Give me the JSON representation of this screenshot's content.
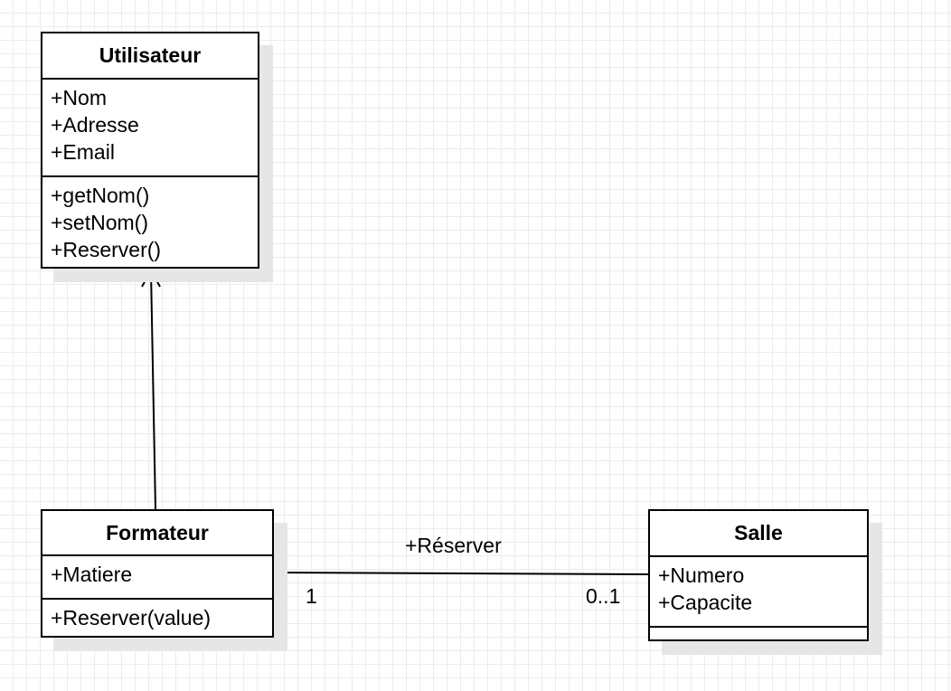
{
  "classes": {
    "utilisateur": {
      "name": "Utilisateur",
      "attributes": [
        "+Nom",
        "+Adresse",
        "+Email"
      ],
      "methods": [
        "+getNom()",
        "+setNom()",
        "+Reserver()"
      ]
    },
    "formateur": {
      "name": "Formateur",
      "attributes": [
        "+Matiere"
      ],
      "methods": [
        "+Reserver(value)"
      ]
    },
    "salle": {
      "name": "Salle",
      "attributes": [
        "+Numero",
        "+Capacite"
      ],
      "methods": []
    }
  },
  "relations": {
    "inheritance": {
      "from": "Formateur",
      "to": "Utilisateur"
    },
    "association": {
      "label": "+Réserver",
      "source_multiplicity": "1",
      "target_multiplicity": "0..1"
    }
  },
  "colors": {
    "line": "#000000",
    "box_fill": "#ffffff",
    "shadow": "#e6e6e6",
    "grid": "#ececec"
  }
}
